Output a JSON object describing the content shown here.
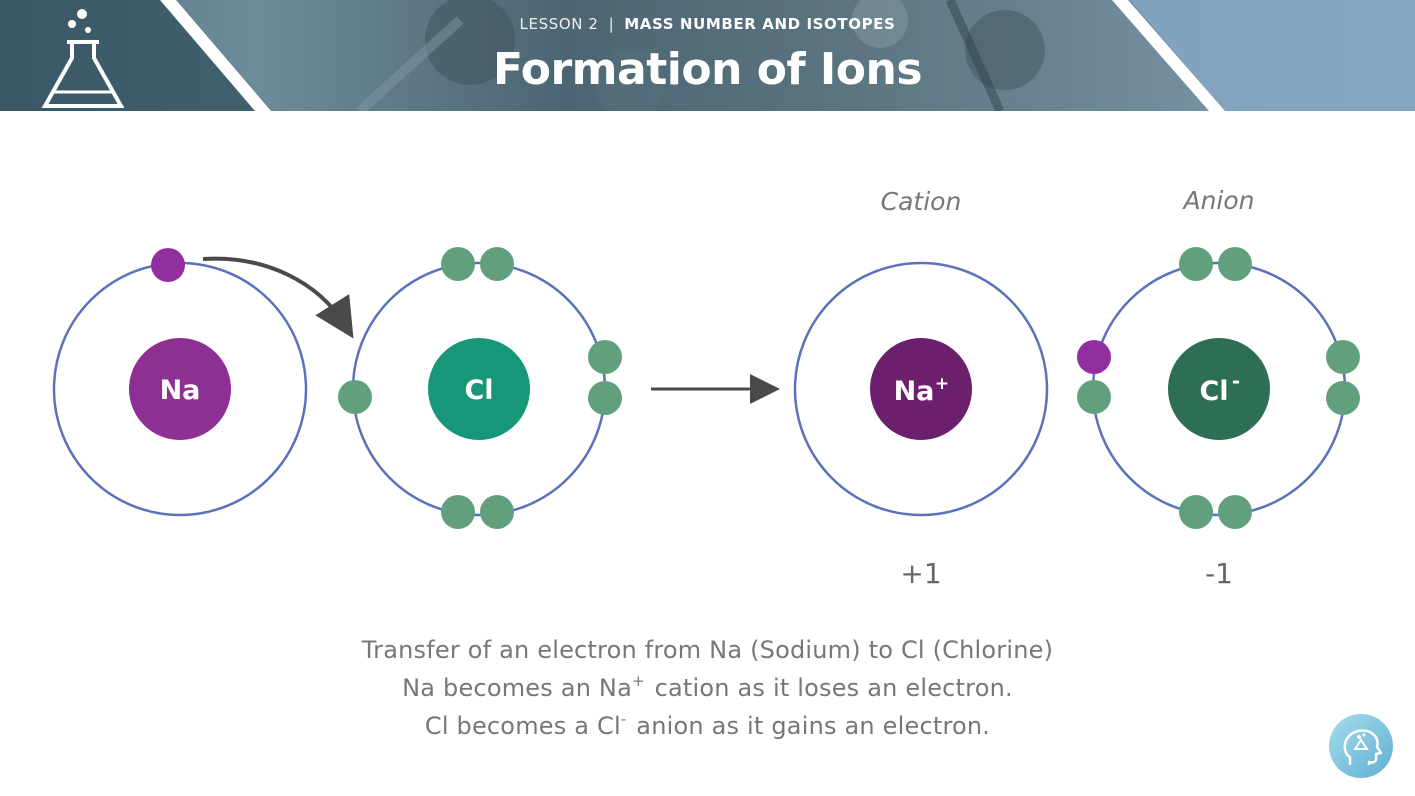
{
  "header": {
    "lesson_number": "LESSON 2",
    "separator": "|",
    "lesson_topic": "MASS NUMBER AND ISOTOPES",
    "title": "Formation of Ions"
  },
  "diagram": {
    "sodium_symbol": "Na",
    "chlorine_symbol": "Cl",
    "cation_symbol": "Na",
    "cation_superscript": "+",
    "anion_symbol": "Cl",
    "anion_superscript": "-",
    "cation_label": "Cation",
    "anion_label": "Anion",
    "cation_charge": "+1",
    "anion_charge": "-1"
  },
  "caption": {
    "line1": "Transfer of an electron from Na (Sodium) to Cl (Chlorine)",
    "line2_before": "Na becomes an Na",
    "line2_sup": "+",
    "line2_after": " cation as it loses an electron.",
    "line3_before": "Cl becomes a Cl",
    "line3_sup": "-",
    "line3_after": " anion as it gains an electron."
  },
  "colors": {
    "sodium": "#8e2f93",
    "chlorine": "#17967a",
    "cation": "#6b1f6d",
    "anion": "#2e6e55",
    "electron": "#62a07d",
    "transferred_electron": "#922ea0",
    "orbit": "#5a72bb",
    "arrow": "#4a4a4a",
    "caption_text": "#777777"
  },
  "icons": {
    "header": "flask-icon",
    "logo": "head-logo-icon"
  }
}
